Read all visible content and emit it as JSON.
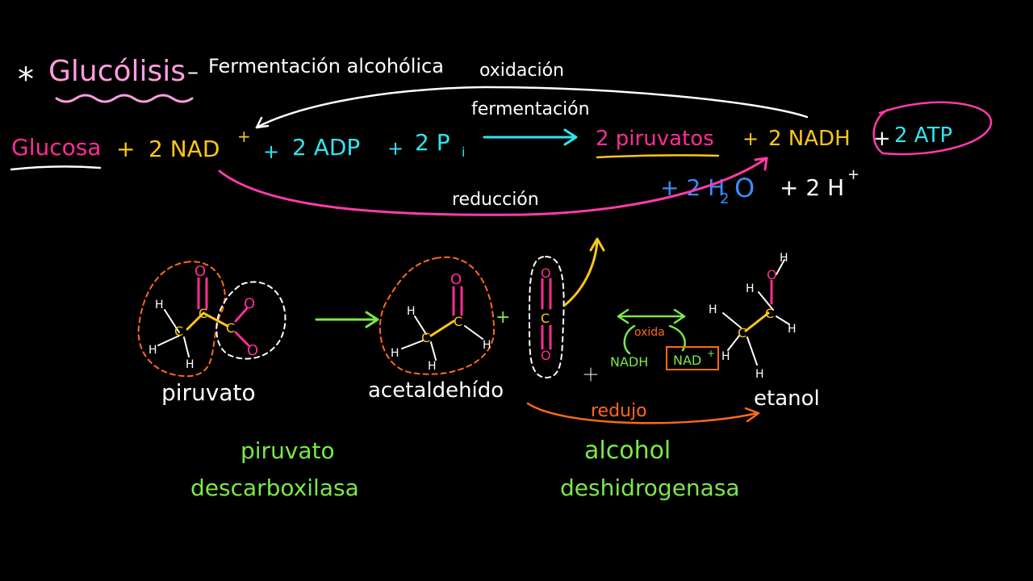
{
  "title": {
    "star": "*",
    "main": "Glucólisis",
    "dash": "–",
    "sub": "Fermentación alcohólica"
  },
  "equation": {
    "glucosa": "Glucosa",
    "plus1": "+",
    "nad": "2 NAD",
    "nad_sup": "+",
    "plus2": "+",
    "adp": "2 ADP",
    "plus3": "+",
    "pi": "2 P",
    "pi_sub": "i",
    "piruvatos": "2 piruvatos",
    "plus4": "+",
    "nadh": "2 NADH",
    "plus5": "+",
    "atp": "2 ATP",
    "water": "+ 2 H",
    "water_sub": "2",
    "water_o": "O",
    "proton": "+ 2 H",
    "proton_sup": "+"
  },
  "labels": {
    "oxidacion": "oxidación",
    "fermentacion": "fermentación",
    "reduccion": "reducción",
    "piruvato": "piruvato",
    "acetaldehido": "acetaldehído",
    "etanol": "etanol",
    "redujo": "redujo",
    "oxida": "oxida",
    "nadh_small": "NADH",
    "nad_small": "NAD",
    "nad_small_sup": "+"
  },
  "enzymes": {
    "enzyme1_line1": "piruvato",
    "enzyme1_line2": "descarboxilasa",
    "enzyme2_line1": "alcohol",
    "enzyme2_line2": "deshidrogenasa"
  },
  "atoms": {
    "H": "H",
    "C": "C",
    "O": "O"
  },
  "colors": {
    "background": "#000000",
    "pink": "#ff2d95",
    "magenta": "#ff3ca8",
    "yellow": "#ffc61a",
    "cyan": "#2ee6f0",
    "white": "#ffffff",
    "green": "#7be84a",
    "orange": "#ff6a1a",
    "blue": "#3a8cff",
    "light_pink": "#ff9ee0"
  }
}
